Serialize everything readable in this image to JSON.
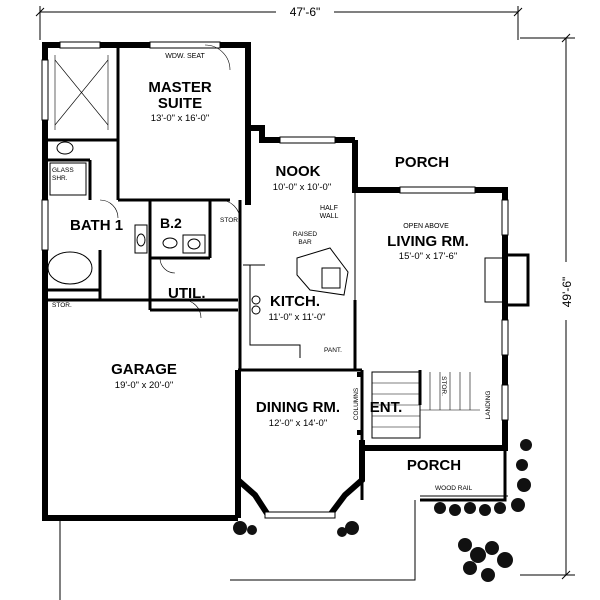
{
  "overall_width": "47'-6\"",
  "overall_depth": "49'-6\"",
  "rooms": {
    "master": {
      "name_line1": "MASTER",
      "name_line2": "SUITE",
      "size": "13'-0\" x 16'-0\""
    },
    "window_seat": "WDW. SEAT",
    "nook": {
      "name": "NOOK",
      "size": "10'-0\" x 10'-0\""
    },
    "porch_rear": "PORCH",
    "half_wall_line1": "HALF",
    "half_wall_line2": "WALL",
    "open_above": "OPEN ABOVE",
    "living": {
      "name": "LIVING RM.",
      "size": "15'-0\" x 17'-6\""
    },
    "glass_shower_line1": "GLASS",
    "glass_shower_line2": "SHR.",
    "bath1": "BATH 1",
    "bath2": "B.2",
    "storage_upper": "STOR.",
    "raised_bar_line1": "RAISED",
    "raised_bar_line2": "BAR",
    "utility": "UTIL.",
    "storage_left": "STOR.",
    "kitchen": {
      "name": "KITCH.",
      "size": "11'-0\" x 11'-0\""
    },
    "pantry": "PANT.",
    "garage": {
      "name": "GARAGE",
      "size": "19'-0\" x 20'-0\""
    },
    "dining": {
      "name": "DINING RM.",
      "size": "12'-0\" x 14'-0\""
    },
    "columns": "COLUMNS",
    "entry": "ENT.",
    "storage_stair": "STOR.",
    "landing": "LANDING",
    "porch_front": "PORCH",
    "wood_rail": "WOOD RAIL"
  }
}
